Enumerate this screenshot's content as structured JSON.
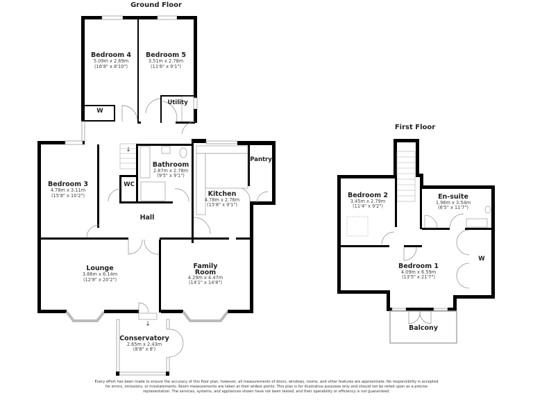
{
  "floors": {
    "ground": {
      "title": "Ground Floor",
      "rooms": {
        "bedroom4": {
          "name": "Bedroom 4",
          "metric": "5.09m x 2.69m",
          "imperial": "(16'8\" x 8'10\")"
        },
        "bedroom5": {
          "name": "Bedroom 5",
          "metric": "3.51m x 2.78m",
          "imperial": "(11'6\" x 9'1\")"
        },
        "utility": {
          "name": "Utility"
        },
        "wardrobe": {
          "name": "W"
        },
        "bedroom3": {
          "name": "Bedroom 3",
          "metric": "4.78m x 3.11m",
          "imperial": "(15'8\" x 10'2\")"
        },
        "wc": {
          "name": "WC"
        },
        "bathroom": {
          "name": "Bathroom",
          "metric": "2.87m x 2.78m",
          "imperial": "(9'5\" x 9'1\")"
        },
        "kitchen": {
          "name": "Kitchen",
          "metric": "4.78m x 2.76m",
          "imperial": "(15'8\" x 9'1\")"
        },
        "pantry": {
          "name": "Pantry"
        },
        "hall": {
          "name": "Hall"
        },
        "lounge": {
          "name": "Lounge",
          "metric": "3.86m x 6.14m",
          "imperial": "(12'8\" x 20'2\")"
        },
        "family_room": {
          "name_line1": "Family",
          "name_line2": "Room",
          "metric": "4.29m x 4.47m",
          "imperial": "(14'1\" x 14'8\")"
        },
        "conservatory": {
          "name": "Conservatory",
          "metric": "2.65m x 2.43m",
          "imperial": "(8'8\" x 8')"
        }
      }
    },
    "first": {
      "title": "First Floor",
      "rooms": {
        "bedroom2": {
          "name": "Bedroom 2",
          "metric": "3.45m x 2.79m",
          "imperial": "(11'4\" x 9'2\")"
        },
        "ensuite": {
          "name": "En-suite",
          "metric": "1.96m x 3.54m",
          "imperial": "(6'5\" x 11'7\")"
        },
        "bedroom1": {
          "name": "Bedroom 1",
          "metric": "4.09m x 6.59m",
          "imperial": "(13'5\" x 21'7\")"
        },
        "wardrobe": {
          "name": "W"
        },
        "balcony": {
          "name": "Balcony"
        }
      }
    }
  },
  "disclaimer": {
    "line1": "Every effort has been made to ensure the accuracy of this floor plan; however, all measurements of doors, windows, rooms, and other features are approximate. No responsibility is accepted",
    "line2": "for errors, omissions, or misstatements. Room measurements are taken at their widest points. This plan is for illustrative purposes only and should not be relied upon as a precise",
    "line3": "representation. The services, systems, and appliances shown have not been tested, and their operability or efficiency is not guaranteed."
  }
}
